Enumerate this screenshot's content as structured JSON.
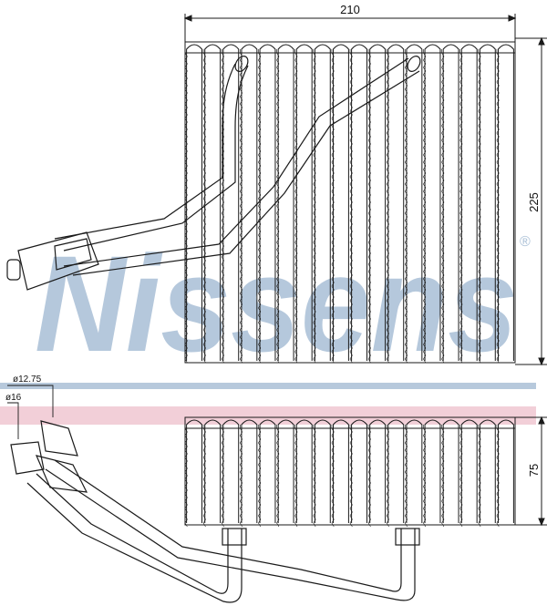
{
  "brand": {
    "logo_text": "Nissens",
    "registered_mark": "®",
    "logo_color": "#a9bfd6",
    "band_blue": "#b7c9dc",
    "band_pink": "#f2cfd8"
  },
  "dimensions": {
    "width": "210",
    "height": "225",
    "depth": "75"
  },
  "pipes": {
    "outlet_diameter": "ø12.75",
    "inlet_diameter": "ø16"
  },
  "colors": {
    "line": "#1a1a1a"
  }
}
